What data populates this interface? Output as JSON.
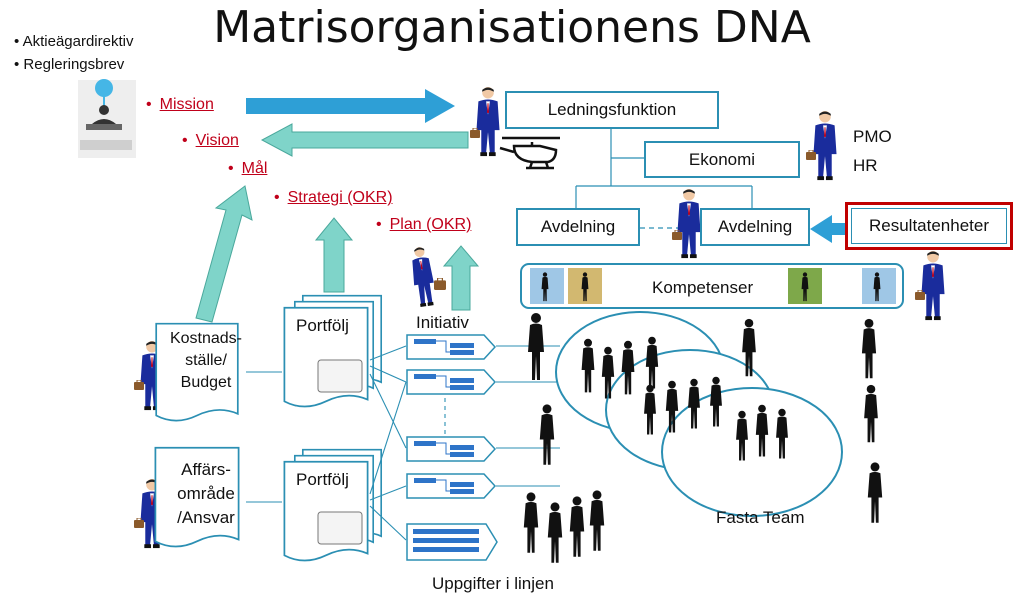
{
  "title": "Matrisorganisationens DNA",
  "top_bullets": [
    "Aktieägardirektiv",
    "Regleringsbrev"
  ],
  "strategy_items": [
    "Mission",
    "Vision",
    "Mål",
    "Strategi (OKR)",
    "Plan (OKR)"
  ],
  "boxes": {
    "ledning": "Ledningsfunktion",
    "ekonomi": "Ekonomi",
    "avdelning_left": "Avdelning",
    "avdelning_right": "Avdelning",
    "resultat": "Resultatenheter",
    "kompetenser": "Kompetenser"
  },
  "side_labels": [
    "PMO",
    "HR"
  ],
  "docs": {
    "kostnad": [
      "Kostnads-",
      "ställe/",
      "Budget"
    ],
    "affar": [
      "Affärs-",
      "område",
      "/Ansvar"
    ],
    "portfolj": "Portfölj"
  },
  "labels": {
    "initiativ": "Initiativ",
    "uppgifter": "Uppgifter i linjen",
    "fasta_team": "Fasta Team"
  },
  "colors": {
    "blue_arrow": "#2e9fd6",
    "teal_arrow": "#7fd4c9",
    "box_border": "#2b8fb3",
    "red": "#c0001a",
    "highlight": "#c00000",
    "suit": "#1a2c9c"
  }
}
